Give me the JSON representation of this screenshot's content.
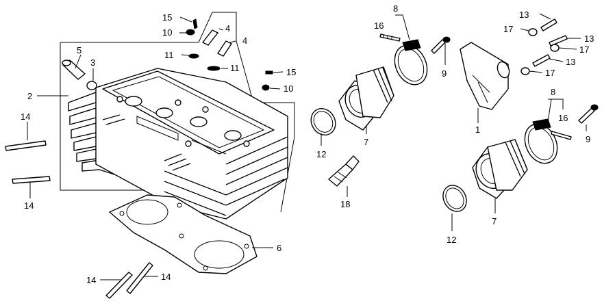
{
  "callouts": {
    "c1": "1",
    "c2": "2",
    "c3": "3",
    "c4a": "4",
    "c4b": "4",
    "c5": "5",
    "c6": "6",
    "c7a": "7",
    "c7b": "7",
    "c8a": "8",
    "c8b": "8",
    "c9a": "9",
    "c9b": "9",
    "c10a": "10",
    "c10b": "10",
    "c11a": "11",
    "c11b": "11",
    "c12a": "12",
    "c12b": "12",
    "c13a": "13",
    "c13b": "13",
    "c13c": "13",
    "c14a": "14",
    "c14b": "14",
    "c14c": "14",
    "c14d": "14",
    "c15a": "15",
    "c15b": "15",
    "c16a": "16",
    "c16b": "16",
    "c17a": "17",
    "c17b": "17",
    "c17c": "17",
    "c18": "18"
  },
  "colors": {
    "ink": "#000000",
    "paper": "#ffffff"
  }
}
